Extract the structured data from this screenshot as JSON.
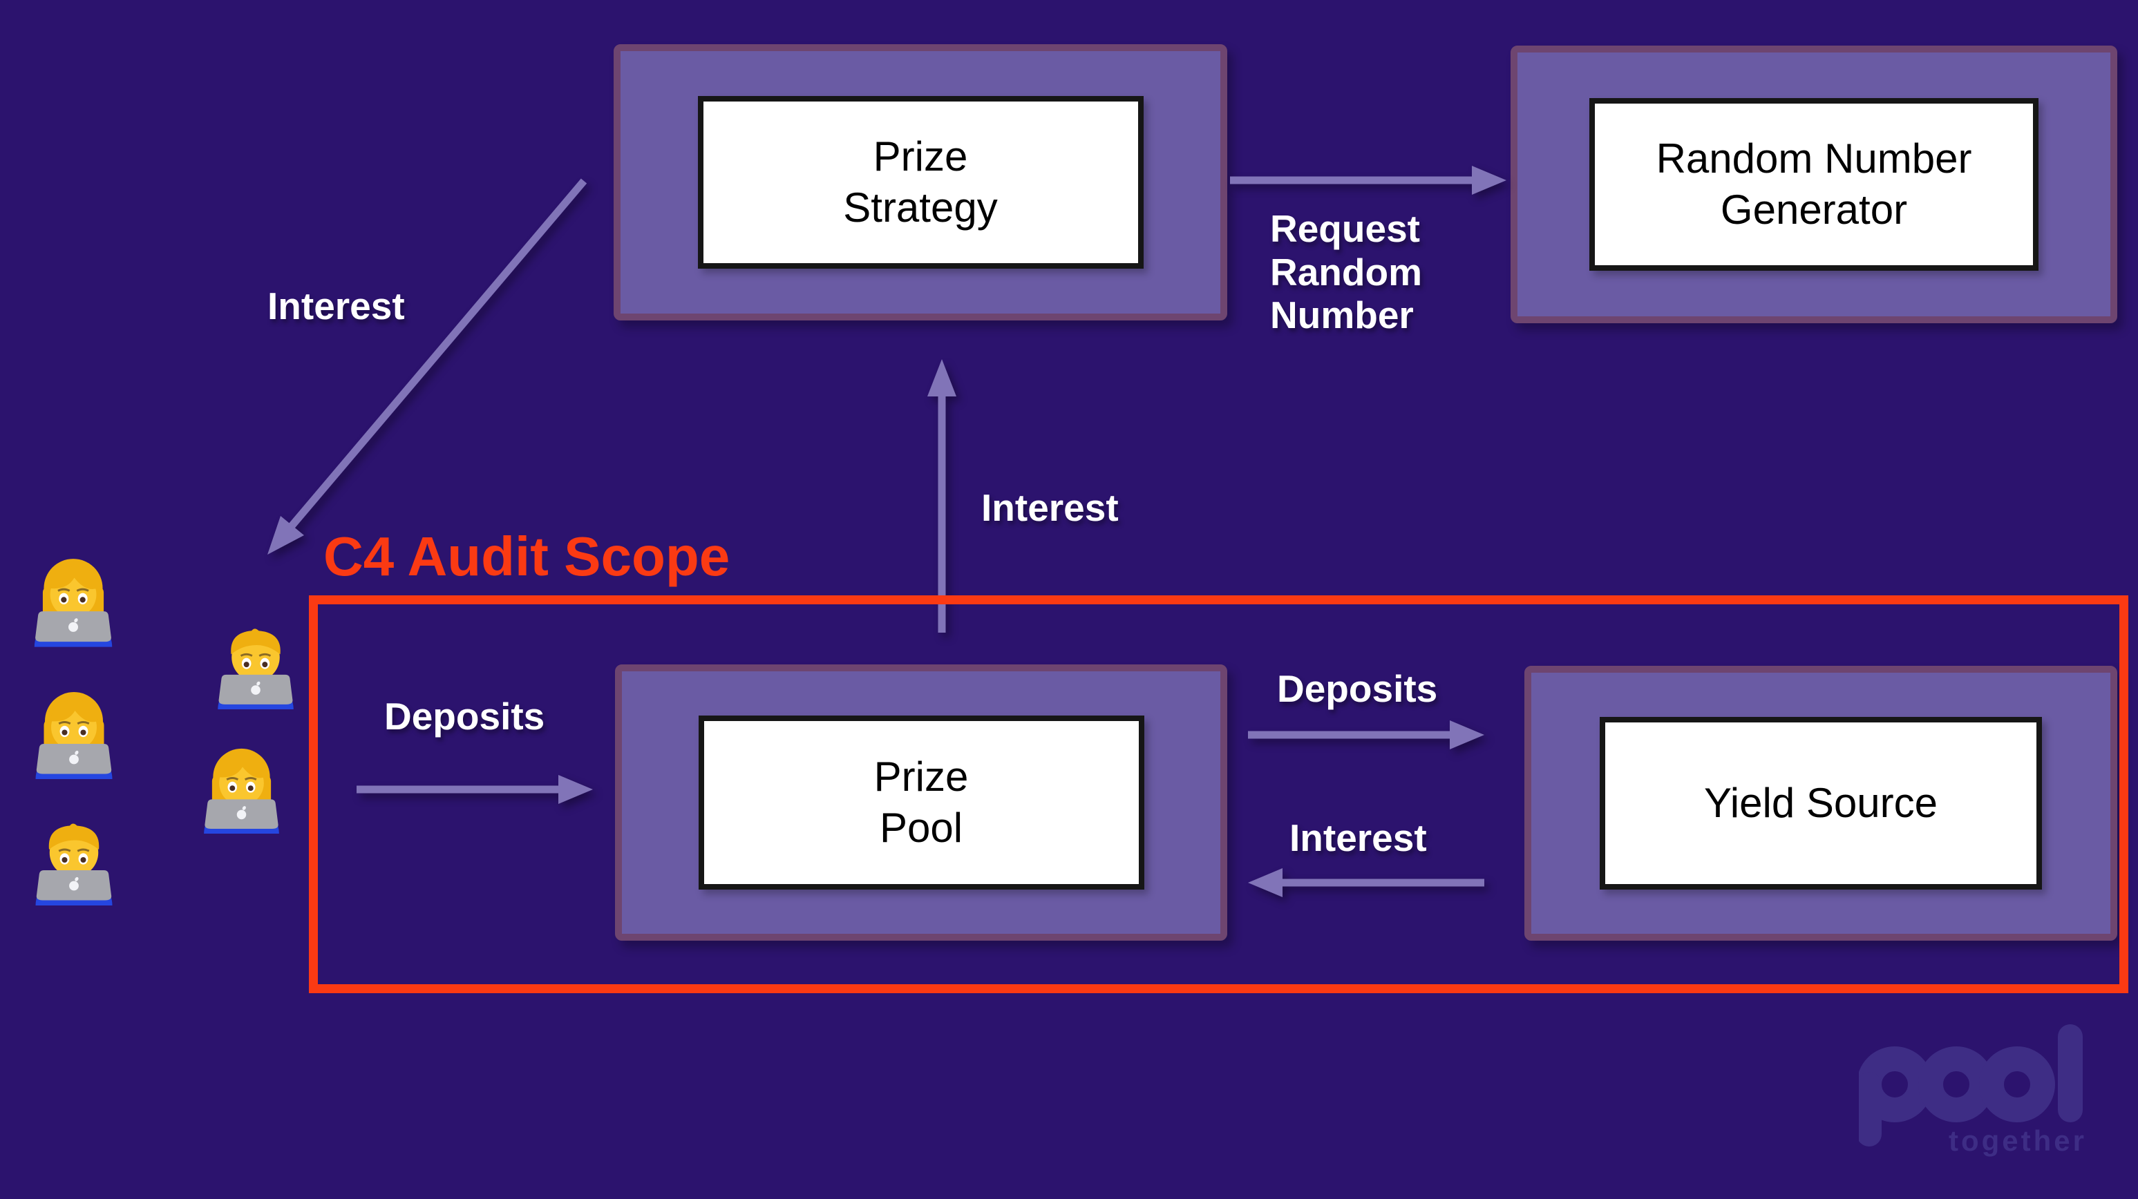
{
  "diagram": {
    "title_context": "PoolTogether protocol architecture",
    "audit_scope": {
      "label": "C4 Audit Scope"
    },
    "boxes": {
      "prize_strategy": "Prize\nStrategy",
      "random_number_generator": "Random Number\nGenerator",
      "prize_pool": "Prize\nPool",
      "yield_source": "Yield Source"
    },
    "labels": {
      "interest_to_users": "Interest",
      "request_random_number": "Request\nRandom\nNumber",
      "interest_pool_to_strategy": "Interest",
      "deposits_users_to_pool": "Deposits",
      "deposits_pool_to_yield": "Deposits",
      "interest_yield_to_pool": "Interest"
    },
    "users": {
      "emojis": [
        "woman-technologist",
        "man-technologist",
        "woman-technologist",
        "woman-technologist",
        "man-technologist"
      ]
    },
    "logo": {
      "primary": "pool",
      "secondary": "together"
    },
    "colors": {
      "background": "#2C136E",
      "container_fill": "#6A5BA4",
      "container_border": "#6E4570",
      "arrow": "#8174B8",
      "audit_red": "#FB3A13",
      "box_text": "#000000",
      "label_text": "#FFFFFF",
      "logo": "#3E2D85"
    }
  }
}
